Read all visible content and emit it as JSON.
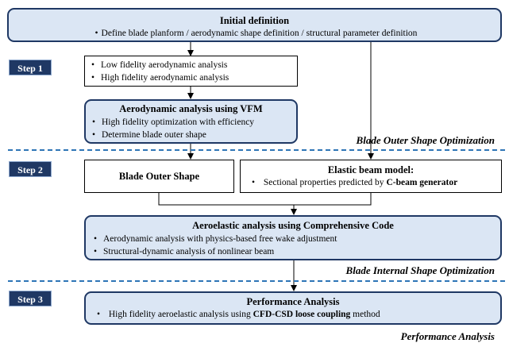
{
  "initial": {
    "title": "Initial definition",
    "bullets": [
      "Define blade planform / aerodynamic shape definition / structural parameter definition"
    ]
  },
  "steps": [
    "Step 1",
    "Step 2",
    "Step 3"
  ],
  "step1": {
    "bullets": [
      "Low fidelity aerodynamic analysis",
      "High fidelity aerodynamic analysis"
    ]
  },
  "vfm": {
    "title": "Aerodynamic analysis using VFM",
    "bullets": [
      "High fidelity optimization with efficiency",
      "Determine blade outer shape"
    ]
  },
  "sections": [
    "Blade Outer Shape Optimization",
    "Blade Internal Shape Optimization",
    "Performance Analysis"
  ],
  "outer_shape": {
    "title": "Blade Outer Shape"
  },
  "elastic": {
    "title": "Elastic beam model:",
    "bullet_prefix": "Sectional properties predicted by ",
    "bullet_bold": "C-beam generator"
  },
  "aeroelastic": {
    "title": "Aeroelastic analysis using Comprehensive Code",
    "bullets": [
      "Aerodynamic analysis with physics-based free wake adjustment",
      "Structural-dynamic analysis of nonlinear beam"
    ]
  },
  "performance": {
    "title": "Performance Analysis",
    "bullet_prefix": "High fidelity aeroelastic analysis using ",
    "bullet_bold": "CFD-CSD loose coupling",
    "bullet_suffix": " method"
  }
}
